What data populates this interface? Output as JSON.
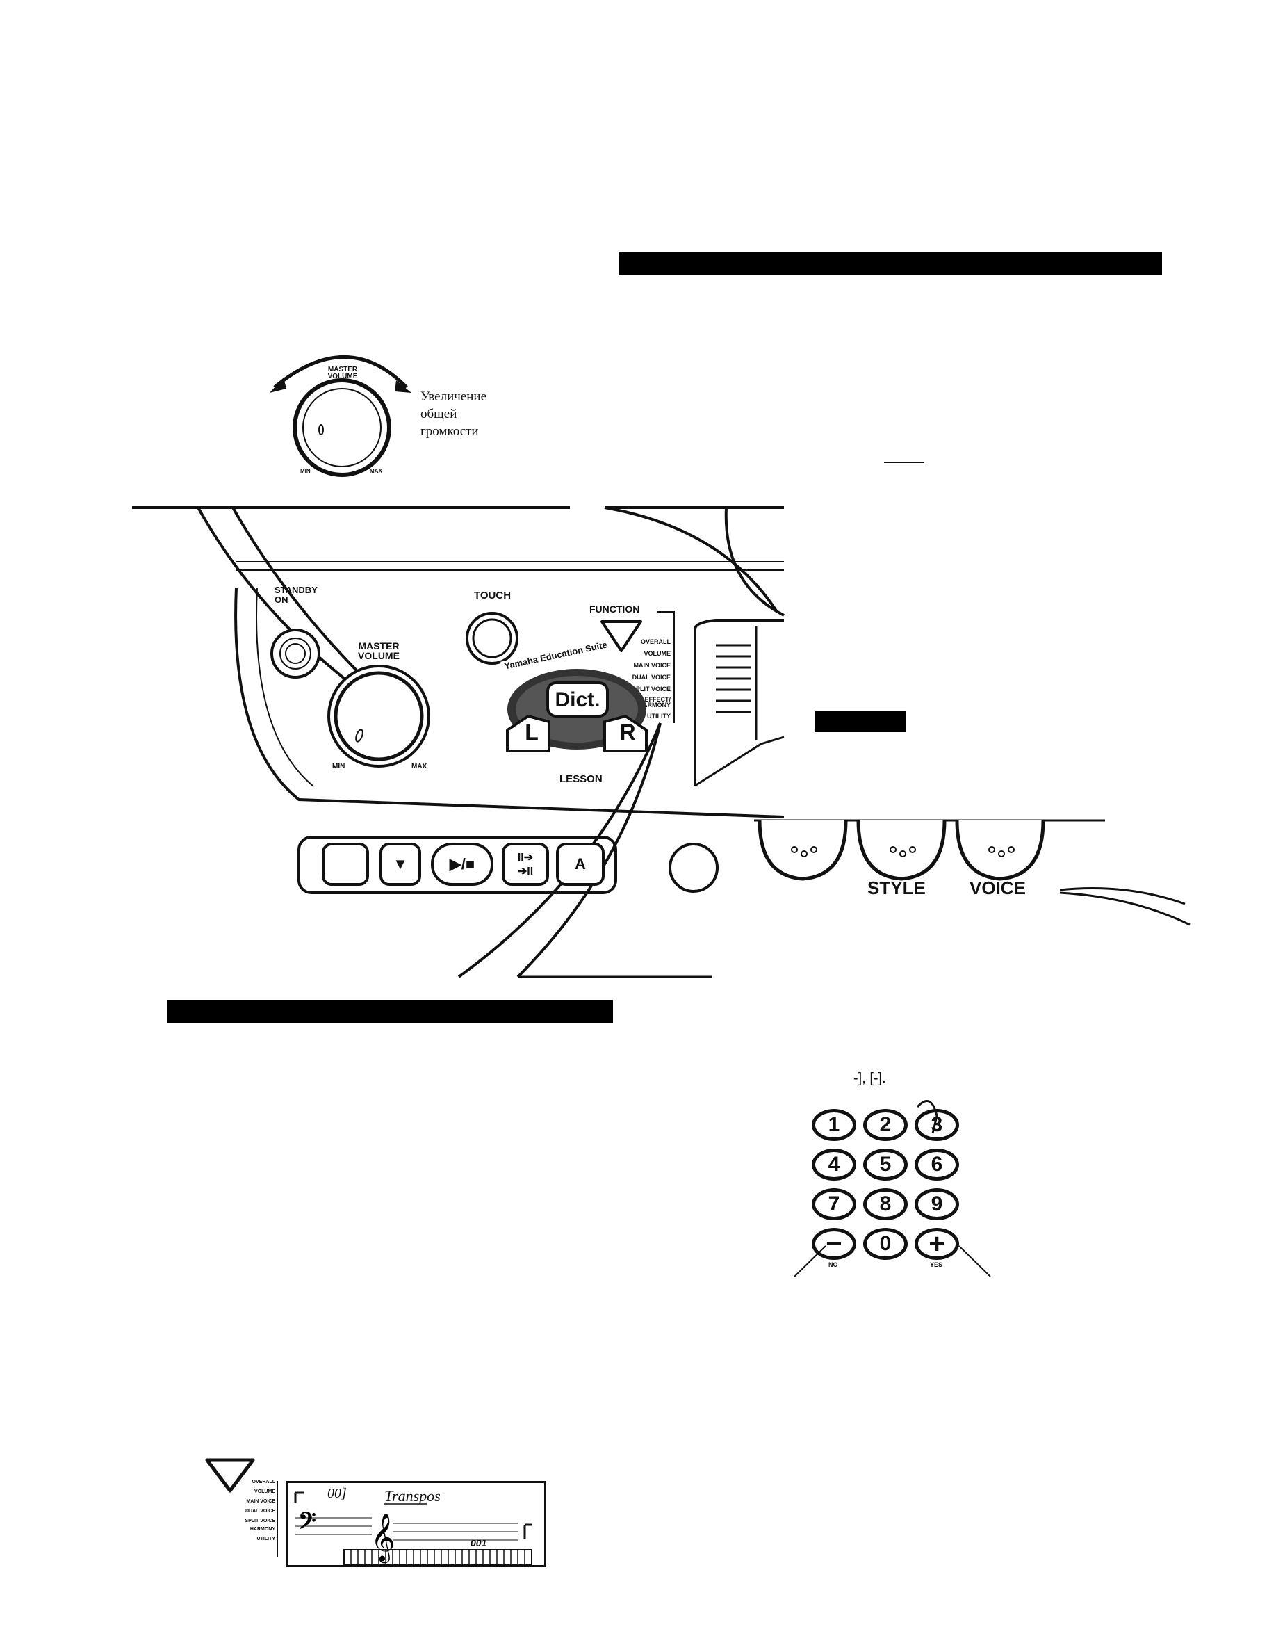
{
  "master_volume": {
    "title": "MASTER VOLUME",
    "min": "MIN",
    "max": "MAX",
    "caption_lines": [
      "Увеличение",
      "общей",
      "громкости"
    ]
  },
  "panel": {
    "standby": "STANDBY ON",
    "master_volume": "MASTER VOLUME",
    "min": "MIN",
    "max": "MAX",
    "touch": "TOUCH",
    "function": "FUNCTION",
    "function_items": [
      "OVERALL",
      "VOLUME",
      "MAIN VOICE",
      "DUAL VOICE",
      "SPLIT VOICE",
      "EFFECT/ HARMONY",
      "UTILITY"
    ],
    "education_suite": "Yamaha Education Suite",
    "dict": "Dict.",
    "lesson_left": "L",
    "lesson_right": "R",
    "lesson": "LESSON",
    "style": "STYLE",
    "voice": "VOICE"
  },
  "keypad": {
    "caption": "-], [-].",
    "keys": [
      "1",
      "2",
      "3",
      "4",
      "5",
      "6",
      "7",
      "8",
      "9",
      "−",
      "0",
      "+"
    ],
    "no": "NO",
    "yes": "YES"
  },
  "lcd": {
    "function_items": [
      "OVERALL",
      "VOLUME",
      "MAIN VOICE",
      "DUAL VOICE",
      "SPLIT VOICE",
      "HARMONY",
      "UTILITY"
    ],
    "number": "00]",
    "text": "Transpos",
    "measure": "001"
  }
}
